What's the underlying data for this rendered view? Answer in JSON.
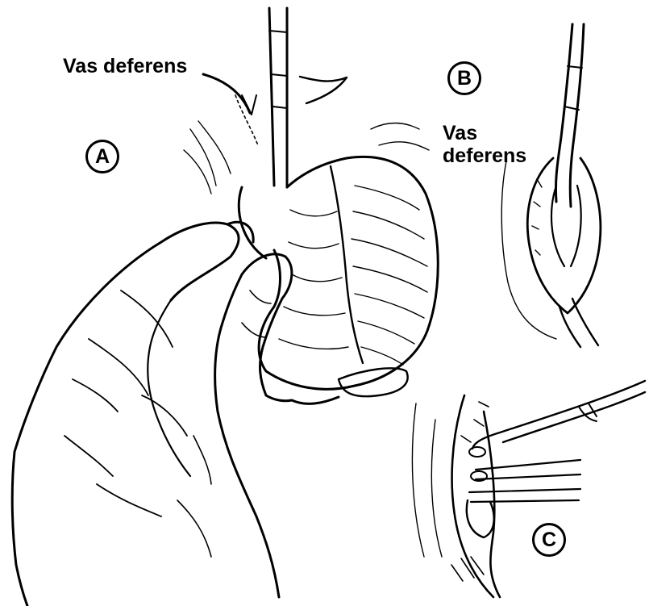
{
  "labels": {
    "vas_deferens_a": "Vas deferens",
    "vas_deferens_b": "Vas\ndeferens",
    "panel_a": "A",
    "panel_b": "B",
    "panel_c": "C"
  },
  "colors": {
    "ink": "#000000",
    "paper": "#ffffff"
  }
}
